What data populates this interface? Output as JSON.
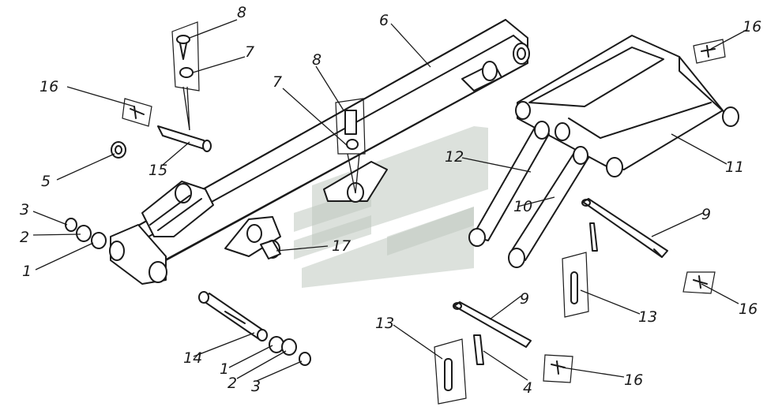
{
  "diagram": {
    "callouts": [
      {
        "id": "c8a",
        "label": "8"
      },
      {
        "id": "c7a",
        "label": "7"
      },
      {
        "id": "c16a",
        "label": "16"
      },
      {
        "id": "c5",
        "label": "5"
      },
      {
        "id": "c15",
        "label": "15"
      },
      {
        "id": "c3a",
        "label": "3"
      },
      {
        "id": "c2a",
        "label": "2"
      },
      {
        "id": "c1a",
        "label": "1"
      },
      {
        "id": "c6",
        "label": "6"
      },
      {
        "id": "c8b",
        "label": "8"
      },
      {
        "id": "c7b",
        "label": "7"
      },
      {
        "id": "c12",
        "label": "12"
      },
      {
        "id": "c17",
        "label": "17"
      },
      {
        "id": "c10",
        "label": "10"
      },
      {
        "id": "c11",
        "label": "11"
      },
      {
        "id": "c16b",
        "label": "16"
      },
      {
        "id": "c9a",
        "label": "9"
      },
      {
        "id": "c16c",
        "label": "16"
      },
      {
        "id": "c13a",
        "label": "13"
      },
      {
        "id": "c14",
        "label": "14"
      },
      {
        "id": "c1b",
        "label": "1"
      },
      {
        "id": "c2b",
        "label": "2"
      },
      {
        "id": "c3b",
        "label": "3"
      },
      {
        "id": "c9b",
        "label": "9"
      },
      {
        "id": "c13b",
        "label": "13"
      },
      {
        "id": "c4",
        "label": "4"
      },
      {
        "id": "c16d",
        "label": "16"
      }
    ]
  }
}
